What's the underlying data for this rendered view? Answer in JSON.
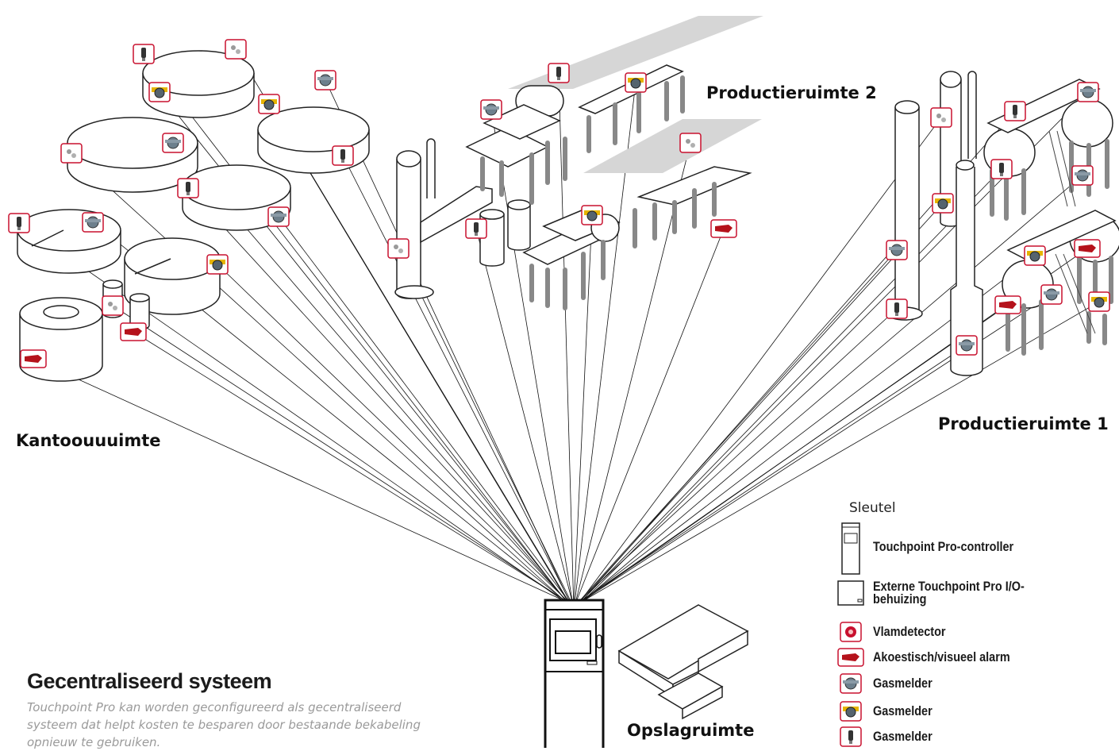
{
  "areas": {
    "office": "Kantoouuuimte",
    "production2": "Productieruimte 2",
    "production1": "Productieruimte 1",
    "storage": "Opslagruimte"
  },
  "title": "Gecentraliseerd systeem",
  "description": "Touchpoint Pro kan worden geconfigureerd als gecentraliseerd systeem dat helpt kosten te besparen door bestaande bekabeling opnieuw te gebruiken.",
  "key": {
    "heading": "Sleutel",
    "items": [
      {
        "icon": "controller-icon",
        "label": "Touchpoint Pro-controller"
      },
      {
        "icon": "io-enclosure-icon",
        "label": "Externe Touchpoint Pro I/O-behuizing"
      },
      {
        "icon": "flame-detector-icon",
        "label": "Vlamdetector"
      },
      {
        "icon": "alarm-icon",
        "label": "Akoestisch/visueel alarm"
      },
      {
        "icon": "gas-detector-blue-icon",
        "label": "Gasmelder"
      },
      {
        "icon": "gas-detector-yellow-icon",
        "label": "Gasmelder"
      },
      {
        "icon": "gas-detector-probe-icon",
        "label": "Gasmelder"
      }
    ]
  },
  "colors": {
    "badge_border": "#c8102e",
    "line": "#111111",
    "pipe": "#999999"
  }
}
